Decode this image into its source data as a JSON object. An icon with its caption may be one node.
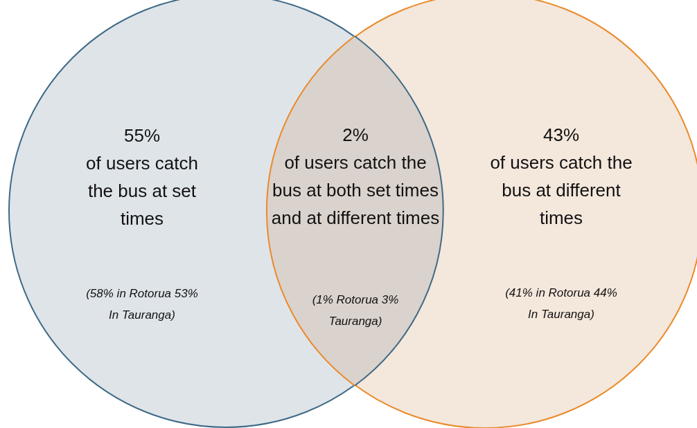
{
  "diagram": {
    "nodes": [
      {
        "text": [
          "55%",
          "of users catch the bus at set times",
          "(58% in Rotorua 53% In Tauranga)"
        ]
      },
      {
        "text": [
          "2%",
          "of users catch the bus at both set times and at different times",
          "(1% Rotorua 3% Tauranga)"
        ]
      },
      {
        "text": [
          "43%",
          "of users catch the bus at different times",
          "(41% in Rotorua 44% In Tauranga)"
        ]
      }
    ],
    "edges": []
  }
}
